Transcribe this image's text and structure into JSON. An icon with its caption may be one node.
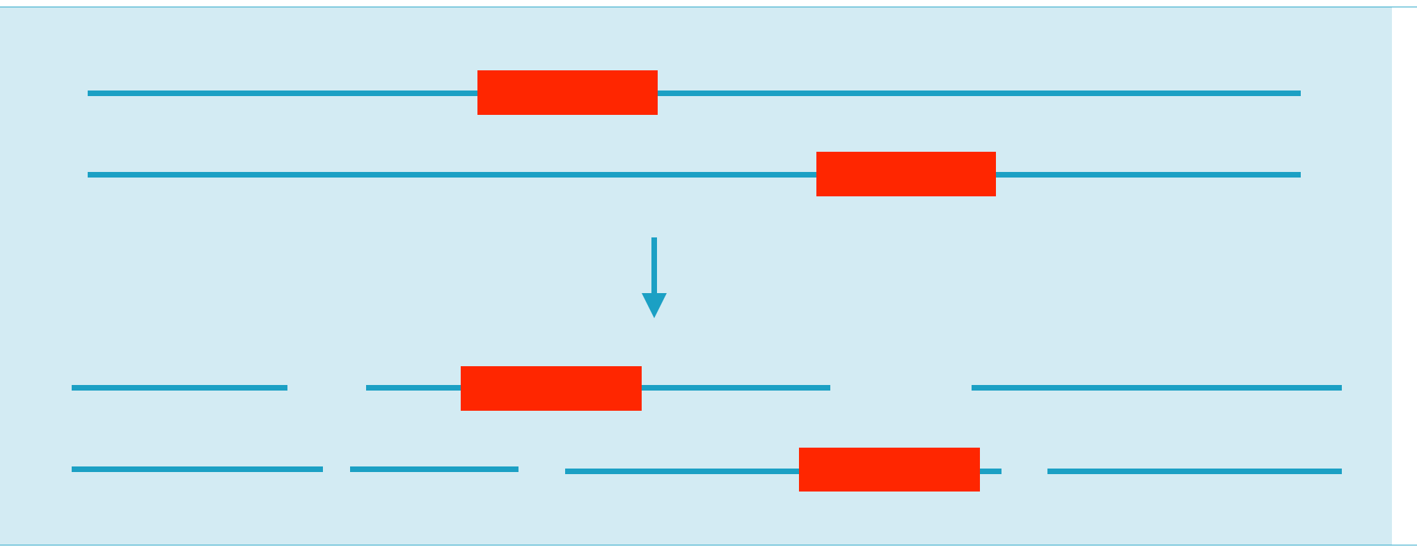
{
  "diagram": {
    "nodes": [
      {
        "text": [],
        "shape": "bar"
      },
      {
        "text": [],
        "shape": "bar"
      },
      {
        "text": [],
        "shape": "bar"
      },
      {
        "text": [],
        "shape": "bar"
      }
    ]
  }
}
